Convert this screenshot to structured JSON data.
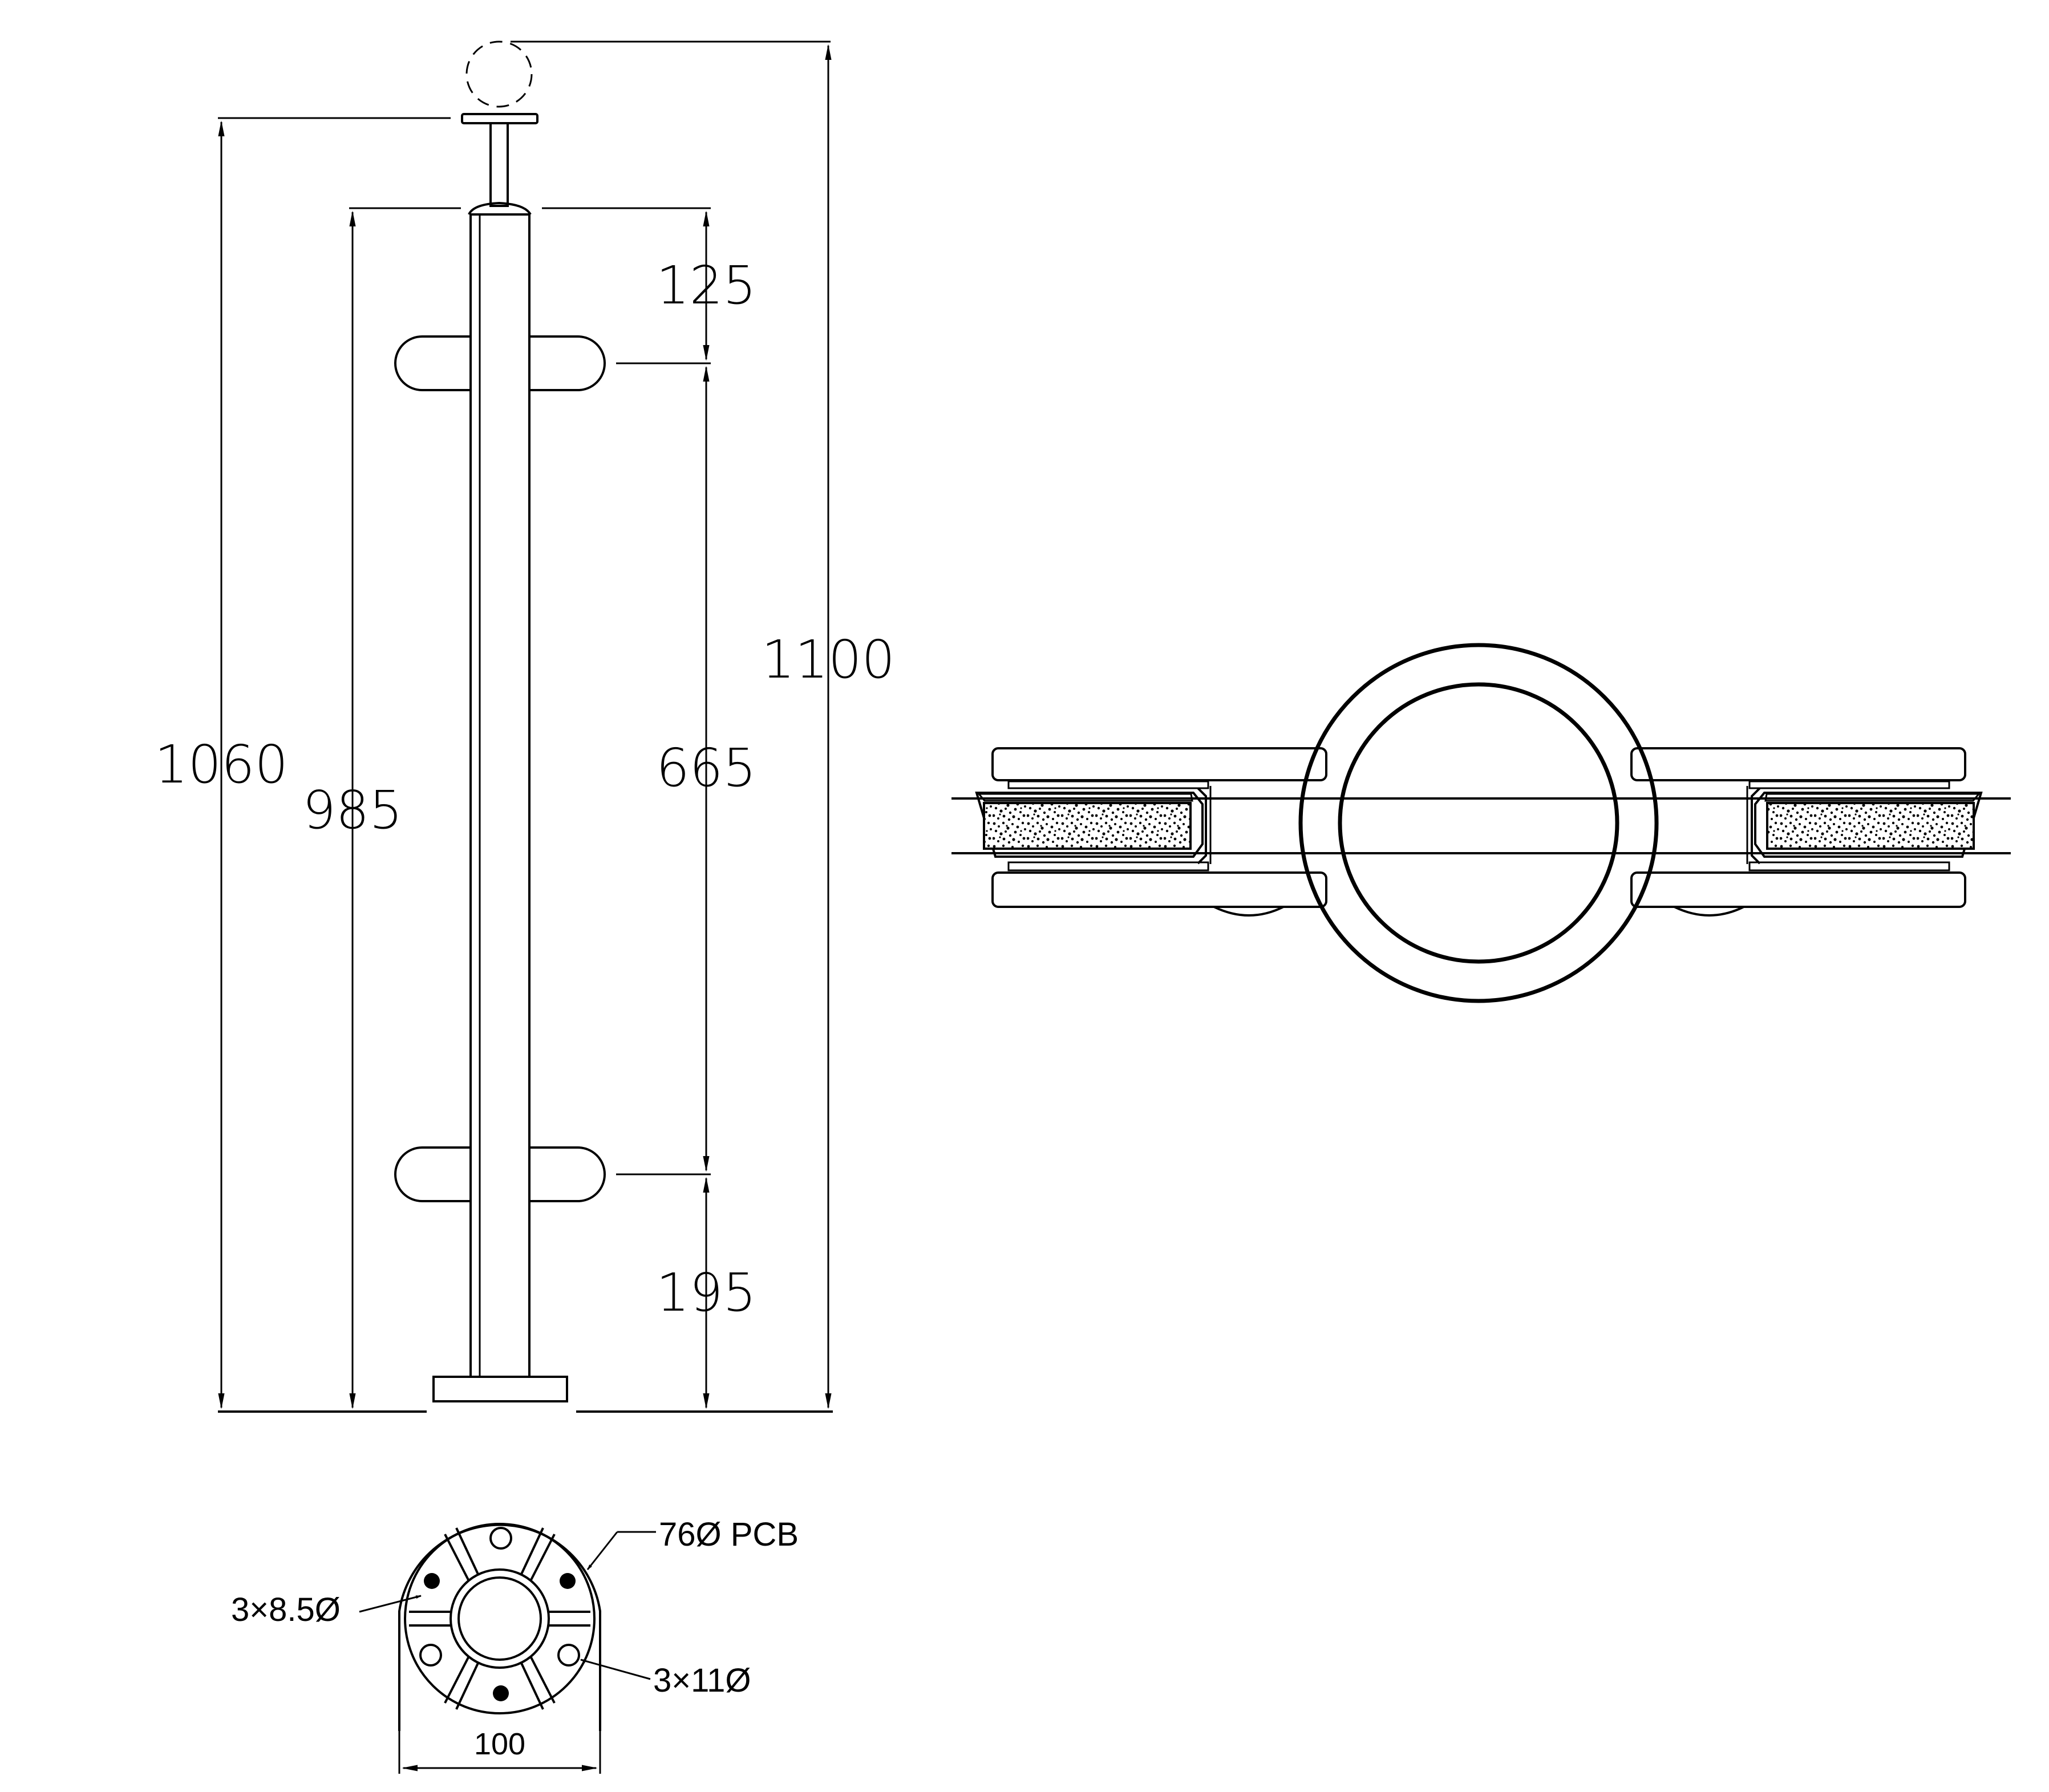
{
  "elevation": {
    "dim_overall": "1100",
    "dim_to_flange": "1060",
    "dim_post_height": "985",
    "dim_top_to_clamp": "125",
    "dim_between_clamps": "665",
    "dim_bottom_clamp": "195"
  },
  "base_plate": {
    "pcd_label": "76Ø PCB",
    "small_holes_label": "3×8.5Ø",
    "large_holes_label": "3×11Ø",
    "width_label": "100"
  },
  "plan_view": {}
}
